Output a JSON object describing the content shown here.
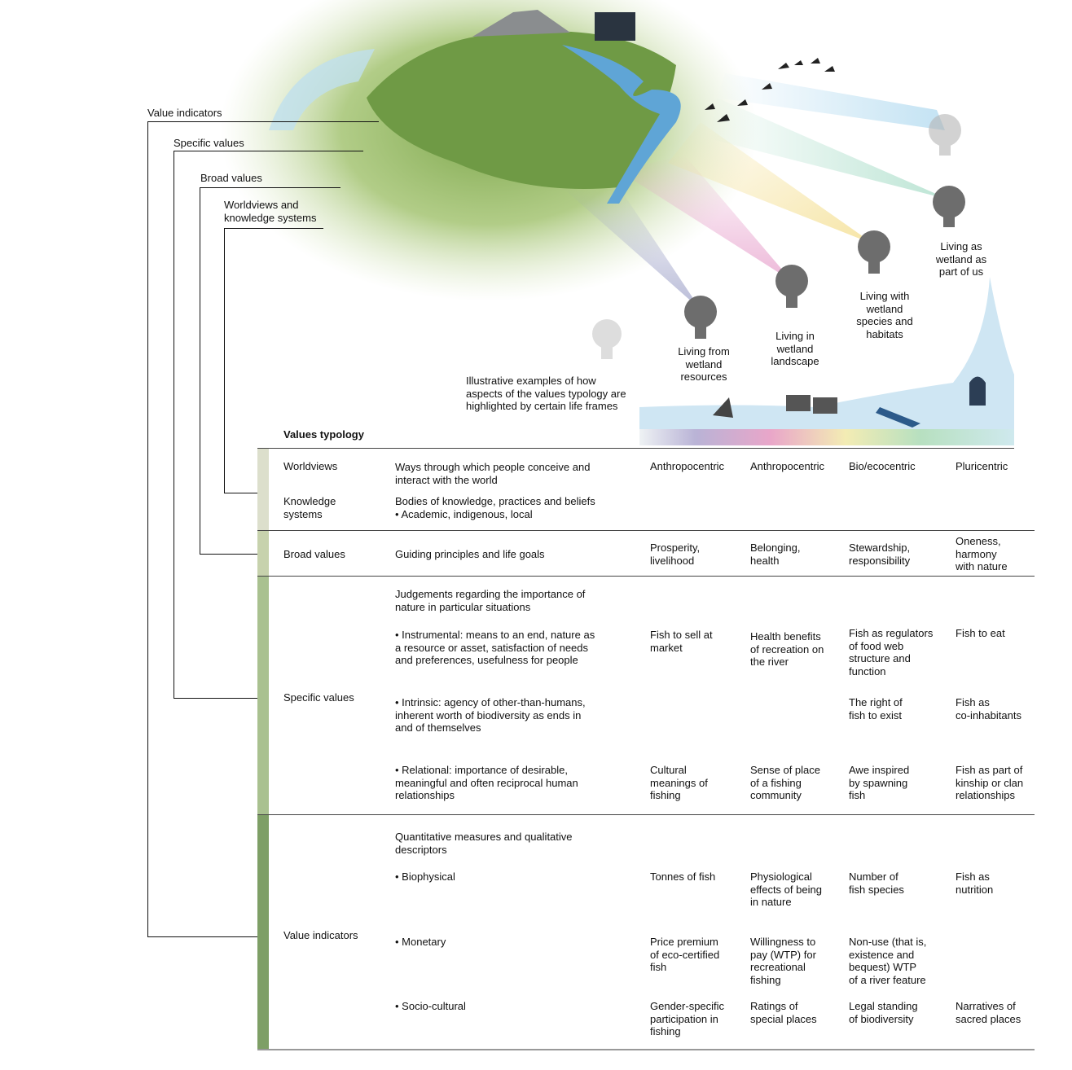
{
  "brackets": {
    "value_indicators": "Value indicators",
    "specific_values": "Specific values",
    "broad_values": "Broad values",
    "worldviews_ks": "Worldviews and\nknowledge systems"
  },
  "life_frames": [
    "Living from\nwetland\nresources",
    "Living in\nwetland\nlandscape",
    "Living with\nwetland\nspecies and\nhabitats",
    "Living as\nwetland as\npart of us"
  ],
  "caption": "Illustrative examples of how\naspects of the values typology are\nhighlighted by certain life frames",
  "colors": {
    "bar_worldviews": "#dcdfcc",
    "bar_broad": "#c7d2ad",
    "bar_specific": "#a9c190",
    "bar_indicators": "#7e9f66"
  },
  "table": {
    "title": "Values typology",
    "worldviews": {
      "label": "Worldviews",
      "desc": "Ways through which people conceive and\ninteract with the world",
      "cols": [
        "Anthropocentric",
        "Anthropocentric",
        "Bio/ecocentric",
        "Pluricentric"
      ]
    },
    "knowledge": {
      "label": "Knowledge\nsystems",
      "desc": "Bodies of knowledge, practices and beliefs\n• Academic, indigenous, local"
    },
    "broad": {
      "label": "Broad values",
      "desc": "Guiding principles and life goals",
      "cols": [
        "Prosperity,\nlivelihood",
        "Belonging,\nhealth",
        "Stewardship,\nresponsibility",
        "Oneness,\nharmony\nwith nature"
      ]
    },
    "specific": {
      "label": "Specific values",
      "intro": "Judgements regarding the importance of\nnature in particular situations",
      "instrumental": {
        "desc": "• Instrumental: means to an end, nature as\na resource or asset, satisfaction of needs\nand preferences, usefulness for people",
        "cols": [
          "Fish to sell at\nmarket",
          "Health benefits\nof recreation on\nthe river",
          "Fish as regulators\nof food web\nstructure and\nfunction",
          "Fish to eat"
        ]
      },
      "intrinsic": {
        "desc": "• Intrinsic: agency of other-than-humans,\ninherent worth of biodiversity as ends in\nand of themselves",
        "cols": [
          "",
          "",
          "The right of\nfish to exist",
          "Fish as\nco-inhabitants"
        ]
      },
      "relational": {
        "desc": "• Relational: importance of desirable,\nmeaningful and often reciprocal human\nrelationships",
        "cols": [
          "Cultural\nmeanings of\nfishing",
          "Sense of place\nof a fishing\ncommunity",
          "Awe inspired\nby spawning\nfish",
          "Fish as part of\nkinship or clan\nrelationships"
        ]
      }
    },
    "indicators": {
      "label": "Value indicators",
      "intro": "Quantitative measures and qualitative\ndescriptors",
      "biophysical": {
        "desc": "• Biophysical",
        "cols": [
          "Tonnes of fish",
          "Physiological\neffects of being\nin nature",
          "Number of\nfish species",
          "Fish as\nnutrition"
        ]
      },
      "monetary": {
        "desc": "• Monetary",
        "cols": [
          "Price premium\nof eco-certified\nfish",
          "Willingness to\npay (WTP) for\nrecreational\nfishing",
          "Non-use (that is,\nexistence and\nbequest) WTP\nof a river feature",
          ""
        ]
      },
      "socio": {
        "desc": "• Socio-cultural",
        "cols": [
          "Gender-specific\nparticipation in\nfishing",
          "Ratings of\nspecial places",
          "Legal standing\nof biodiversity",
          "Narratives of\nsacred places"
        ]
      }
    }
  }
}
